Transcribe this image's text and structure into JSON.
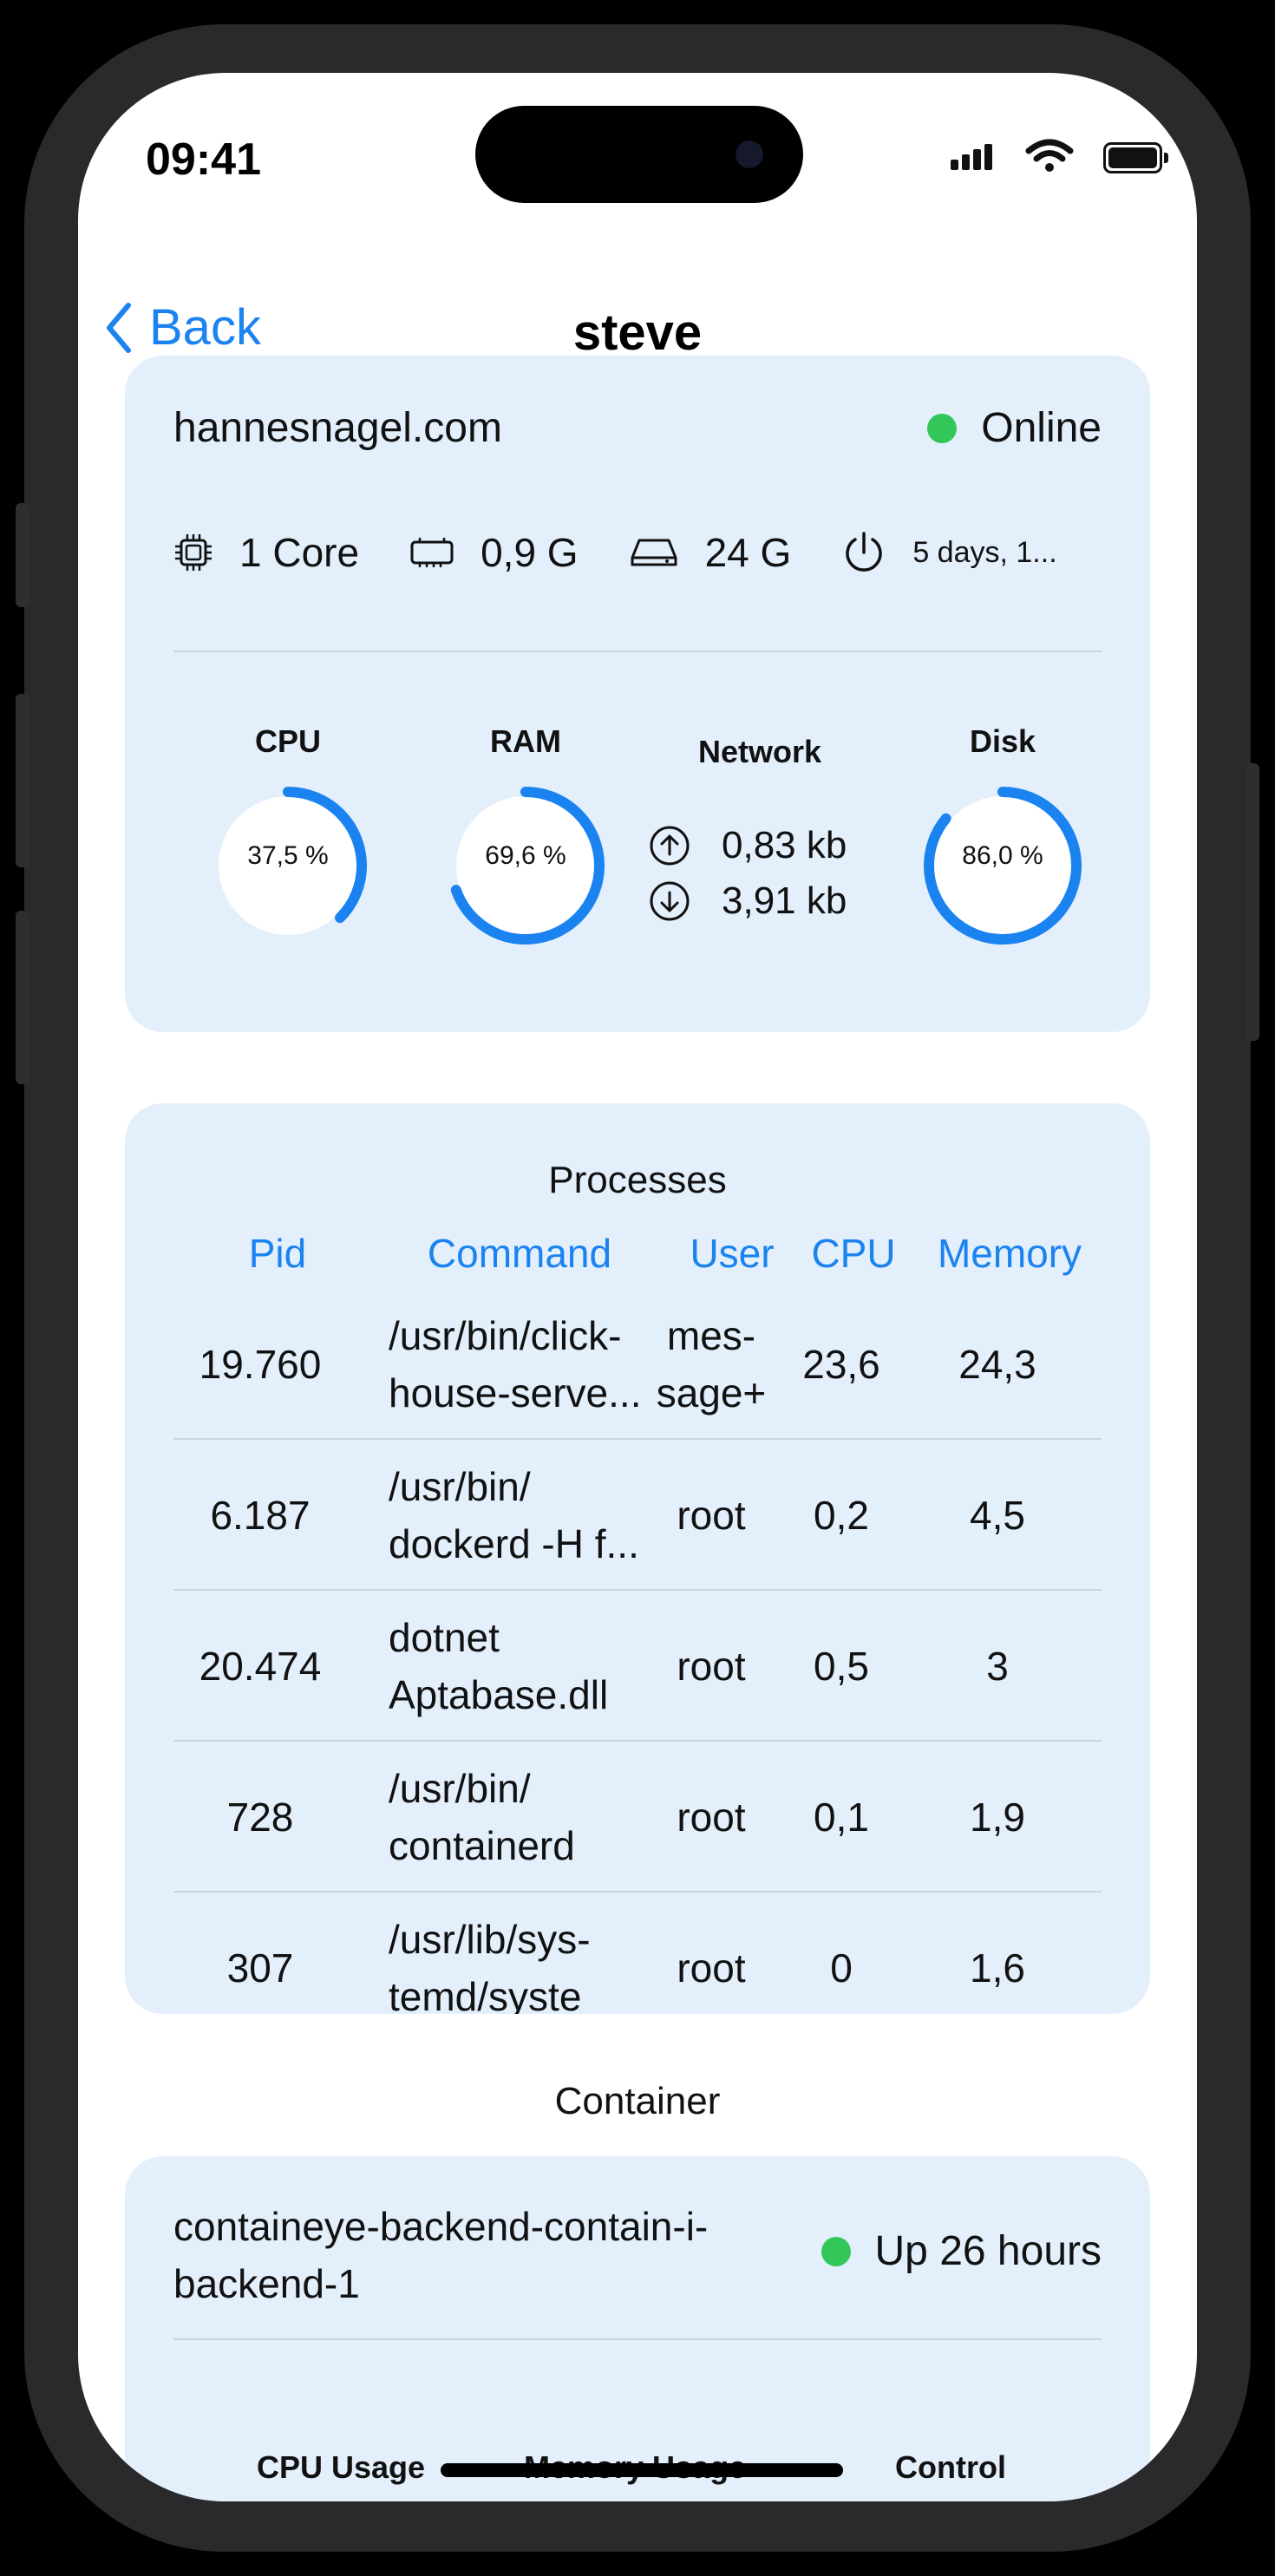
{
  "status_bar": {
    "time": "09:41"
  },
  "nav": {
    "back_label": "Back",
    "title": "steve"
  },
  "server": {
    "host": "hannesnagel.com",
    "status": "Online",
    "status_color": "#33c659",
    "specs": {
      "cores": "1 Core",
      "ram": "0,9 G",
      "disk": "24 G",
      "uptime": "5 days, 1..."
    },
    "gauges": {
      "cpu": {
        "label": "CPU",
        "value_text": "37,5 %",
        "value": 37.5
      },
      "ram": {
        "label": "RAM",
        "value_text": "69,6 %",
        "value": 69.6
      },
      "disk": {
        "label": "Disk",
        "value_text": "86,0 %",
        "value": 86.0
      }
    },
    "network": {
      "label": "Network",
      "up": "0,83 kb",
      "down": "3,91 kb"
    },
    "accent_color": "#1a83f0"
  },
  "processes": {
    "title": "Processes",
    "headers": {
      "pid": "Pid",
      "command": "Command",
      "user": "User",
      "cpu": "CPU",
      "memory": "Memory"
    },
    "rows": [
      {
        "pid": "19.760",
        "cmd1": "/usr/bin/click-",
        "cmd2": "house-serve...",
        "user1": "mes-",
        "user2": "sage+",
        "cpu": "23,6",
        "memory": "24,3"
      },
      {
        "pid": "6.187",
        "cmd1": "/usr/bin/",
        "cmd2": "dockerd -H f...",
        "user1": "root",
        "user2": "",
        "cpu": "0,2",
        "memory": "4,5"
      },
      {
        "pid": "20.474",
        "cmd1": "dotnet",
        "cmd2": "Aptabase.dll",
        "user1": "root",
        "user2": "",
        "cpu": "0,5",
        "memory": "3"
      },
      {
        "pid": "728",
        "cmd1": "/usr/bin/",
        "cmd2": "containerd",
        "user1": "root",
        "user2": "",
        "cpu": "0,1",
        "memory": "1,9"
      },
      {
        "pid": "307",
        "cmd1": "/usr/lib/sys-",
        "cmd2": "temd/syste",
        "user1": "root",
        "user2": "",
        "cpu": "0",
        "memory": "1,6"
      }
    ]
  },
  "containers": {
    "title": "Container",
    "items": [
      {
        "name_line1": "containeye-backend-contain-i-",
        "name_line2": "backend-1",
        "status": "Up 26 hours"
      }
    ],
    "tabs": {
      "cpu": "CPU Usage",
      "memory": "Memory Usage",
      "control": "Control"
    }
  }
}
